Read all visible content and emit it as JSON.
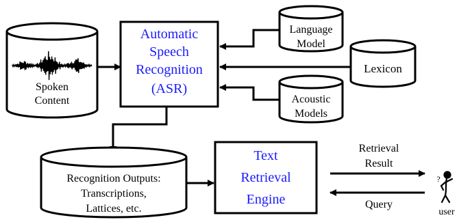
{
  "spoken_content": {
    "line1": "Spoken",
    "line2": "Content"
  },
  "asr": {
    "line1": "Automatic",
    "line2": "Speech",
    "line3": "Recognition",
    "line4": "(ASR)"
  },
  "language_model": {
    "line1": "Language",
    "line2": "Model"
  },
  "lexicon": {
    "label": "Lexicon"
  },
  "acoustic_models": {
    "line1": "Acoustic",
    "line2": "Models"
  },
  "recognition_outputs": {
    "line1": "Recognition Outputs:",
    "line2": "Transcriptions,",
    "line3": "Lattices, etc."
  },
  "text_retrieval": {
    "line1": "Text",
    "line2": "Retrieval",
    "line3": "Engine"
  },
  "retrieval_result": {
    "line1": "Retrieval",
    "line2": "Result"
  },
  "query": {
    "label": "Query"
  },
  "user": {
    "label": "user",
    "question_mark": "?"
  },
  "colors": {
    "asr_text": "#1a1aff",
    "stroke": "#000000",
    "background": "#ffffff"
  }
}
